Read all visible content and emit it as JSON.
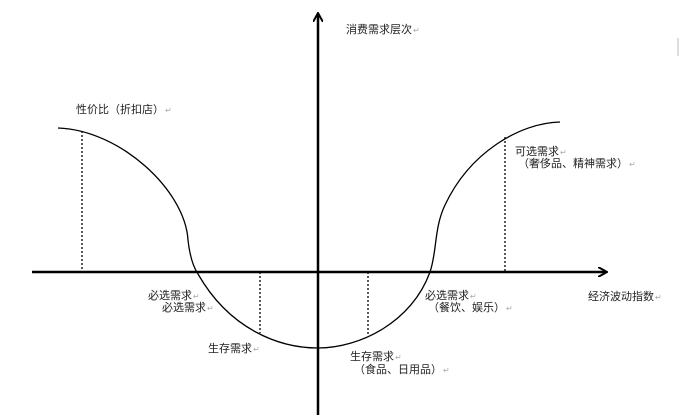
{
  "diagram": {
    "y_axis_label": "消费需求层次",
    "x_axis_label": "经济波动指数",
    "labels": {
      "value_discount": "性价比（折扣店）",
      "essential_left_1": "必选需求",
      "essential_left_2": "必选需求",
      "survival_left": "生存需求",
      "survival_right": "生存需求",
      "survival_right_detail": "（食品、日用品）",
      "essential_right": "必选需求",
      "essential_right_detail": "（餐饮、娱乐）",
      "optional": "可选需求",
      "optional_detail": "（奢侈品、精神需求）"
    },
    "colors": {
      "line": "#000000",
      "text": "#222222"
    }
  }
}
